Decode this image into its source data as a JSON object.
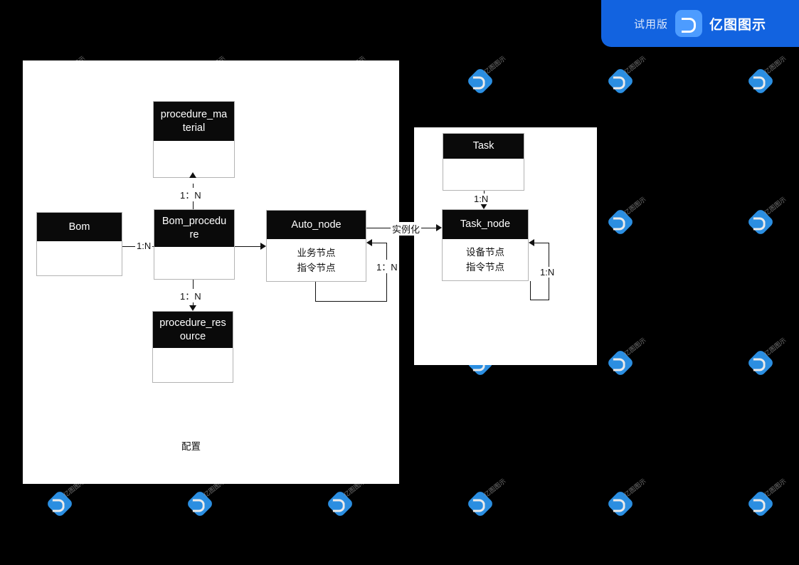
{
  "badge": {
    "trial_label": "试用版",
    "product_name": "亿图图示",
    "logo_icon": "eddx-logo-icon",
    "brand_color": "#1263e0",
    "logo_color": "#4d9cff"
  },
  "watermark": {
    "text": "亿图图示",
    "icon": "eddx-watermark-icon",
    "color": "#2f9bf5"
  },
  "canvas": {
    "background_color": "#000000",
    "panel_color": "#ffffff",
    "header_color": "#0a0a0a"
  },
  "diagram": {
    "type": "er-diagram",
    "left_panel_caption": "配置",
    "entities": [
      {
        "id": "procedure_material",
        "title": "procedure_ma\nterial",
        "body": ""
      },
      {
        "id": "bom",
        "title": "Bom",
        "body": ""
      },
      {
        "id": "bom_procedure",
        "title": "Bom_procedu\nre",
        "body": ""
      },
      {
        "id": "auto_node",
        "title": "Auto_node",
        "body": "业务节点\n指令节点"
      },
      {
        "id": "procedure_resource",
        "title": "procedure_res\nource",
        "body": ""
      },
      {
        "id": "task",
        "title": "Task",
        "body": ""
      },
      {
        "id": "task_node",
        "title": "Task_node",
        "body": "设备节点\n指令节点"
      }
    ],
    "entity_titles": {
      "procedure_material_l1": "procedure_ma",
      "procedure_material_l2": "terial",
      "bom": "Bom",
      "bom_procedure_l1": "Bom_procedu",
      "bom_procedure_l2": "re",
      "auto_node": "Auto_node",
      "procedure_resource_l1": "procedure_res",
      "procedure_resource_l2": "ource",
      "task": "Task",
      "task_node": "Task_node"
    },
    "entity_bodies": {
      "auto_node_l1": "业务节点",
      "auto_node_l2": "指令节点",
      "task_node_l1": "设备节点",
      "task_node_l2": "指令节点"
    },
    "edges": [
      {
        "id": "bomproc-to-material",
        "from": "bom_procedure",
        "to": "procedure_material",
        "label": "1：N"
      },
      {
        "id": "bom-to-bomproc",
        "from": "bom",
        "to": "bom_procedure",
        "label": "1:N"
      },
      {
        "id": "bomproc-to-resource",
        "from": "bom_procedure",
        "to": "procedure_resource",
        "label": "1：N"
      },
      {
        "id": "bomproc-to-autonode",
        "from": "bom_procedure",
        "to": "auto_node",
        "label": ""
      },
      {
        "id": "autonode-self",
        "from": "auto_node",
        "to": "auto_node",
        "label": "1：N"
      },
      {
        "id": "autonode-to-tasknode",
        "from": "auto_node",
        "to": "task_node",
        "label": "实例化"
      },
      {
        "id": "task-to-tasknode",
        "from": "task",
        "to": "task_node",
        "label": "1:N"
      },
      {
        "id": "tasknode-self",
        "from": "task_node",
        "to": "task_node",
        "label": "1:N"
      }
    ],
    "edge_labels": {
      "bomproc_to_material": "1：N",
      "bom_to_bomproc": "1:N",
      "bomproc_to_resource": "1：N",
      "autonode_self": "1：N",
      "autonode_to_tasknode": "实例化",
      "task_to_tasknode": "1:N",
      "tasknode_self": "1:N"
    }
  }
}
